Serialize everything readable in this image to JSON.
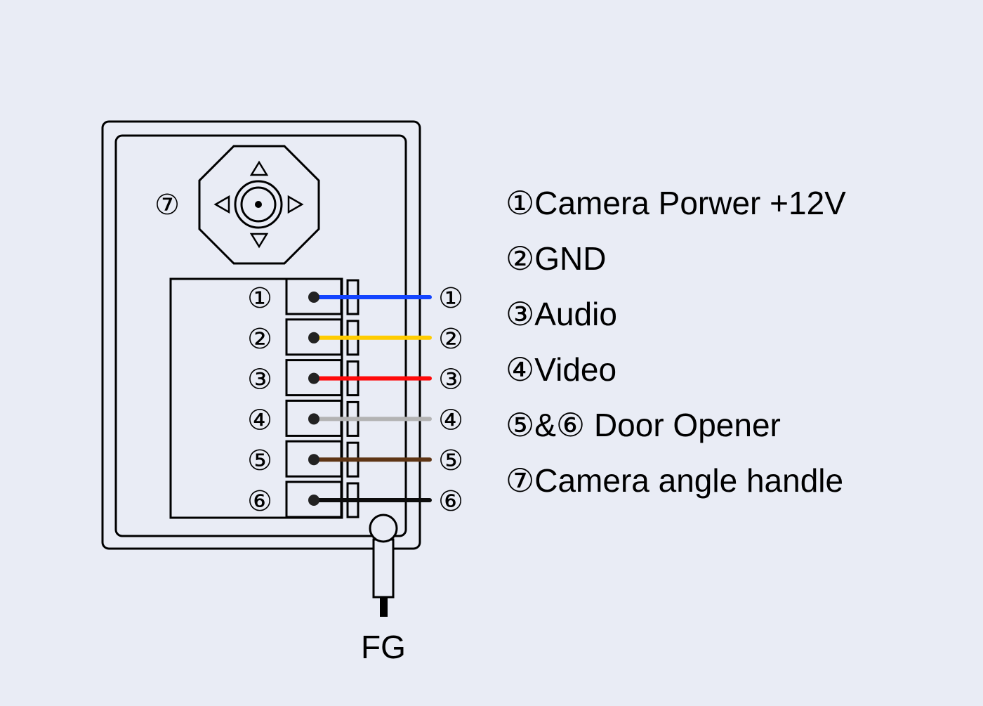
{
  "diagram": {
    "legend": [
      {
        "marker": "①",
        "label": "Camera Porwer +12V"
      },
      {
        "marker": "②",
        "label": "GND"
      },
      {
        "marker": "③",
        "label": "Audio"
      },
      {
        "marker": "④",
        "label": "Video"
      },
      {
        "marker": "⑤&⑥",
        "label": " Door Opener"
      },
      {
        "marker": "⑦",
        "label": "Camera angle handle"
      }
    ],
    "terminals": [
      {
        "num": "①",
        "wire_color": "#1344ff"
      },
      {
        "num": "②",
        "wire_color": "#ffcc00"
      },
      {
        "num": "③",
        "wire_color": "#ff0a0a"
      },
      {
        "num": "④",
        "wire_color": "#b3b3b3"
      },
      {
        "num": "⑤",
        "wire_color": "#5e3515"
      },
      {
        "num": "⑥",
        "wire_color": "#0d0d0d"
      }
    ],
    "handle_marker": "⑦",
    "ground_label": "FG",
    "colors": {
      "background": "#e9ecf5",
      "outline": "#000000"
    }
  }
}
